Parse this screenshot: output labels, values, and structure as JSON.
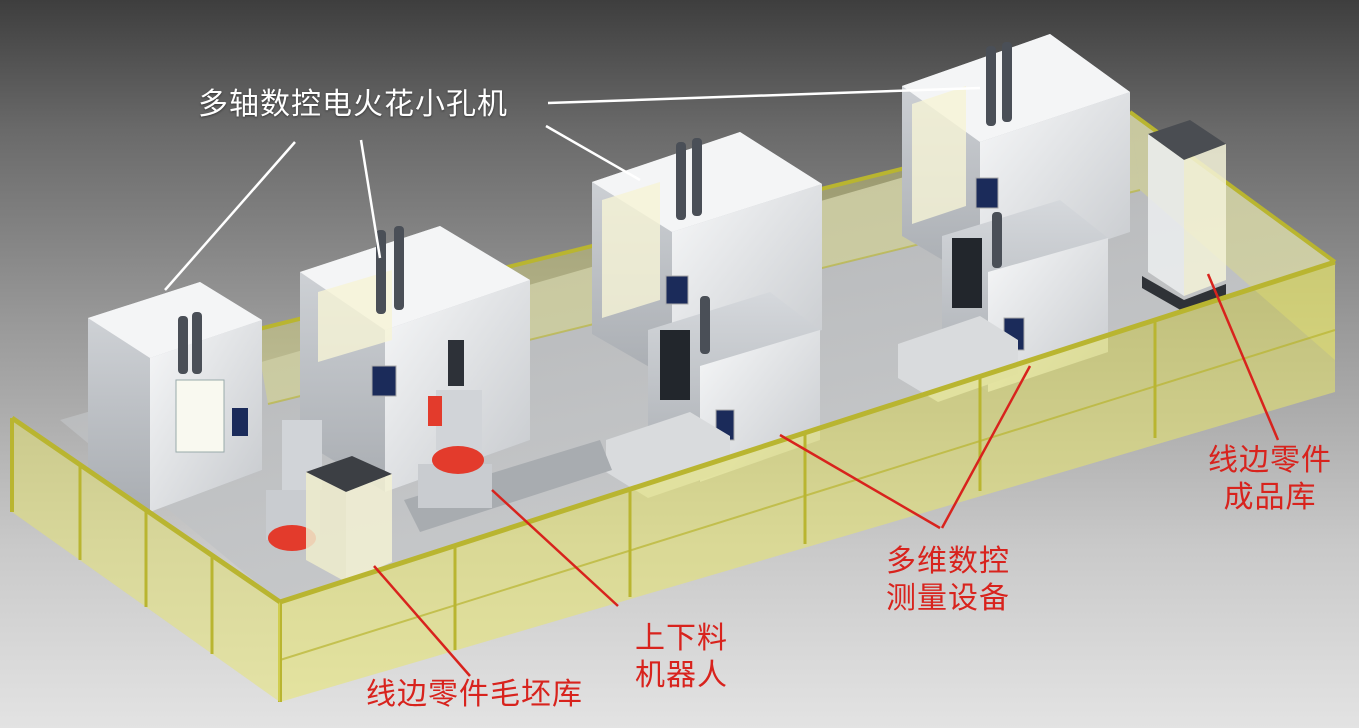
{
  "labels": {
    "edm_machine": "多轴数控电火花小孔机",
    "finished_store": [
      "线边零件",
      "成品库"
    ],
    "measurement": [
      "多维数控",
      "测量设备"
    ],
    "robot": [
      "上下料",
      "机器人"
    ],
    "blank_store": "线边零件毛坯库"
  },
  "colors": {
    "fence": "#e8e66c",
    "fence_frame": "#b9b530",
    "machine_body": "#e6e8ea",
    "robot_accent": "#e33b2c",
    "callout_white": "#ffffff",
    "callout_red": "#d8231d"
  }
}
